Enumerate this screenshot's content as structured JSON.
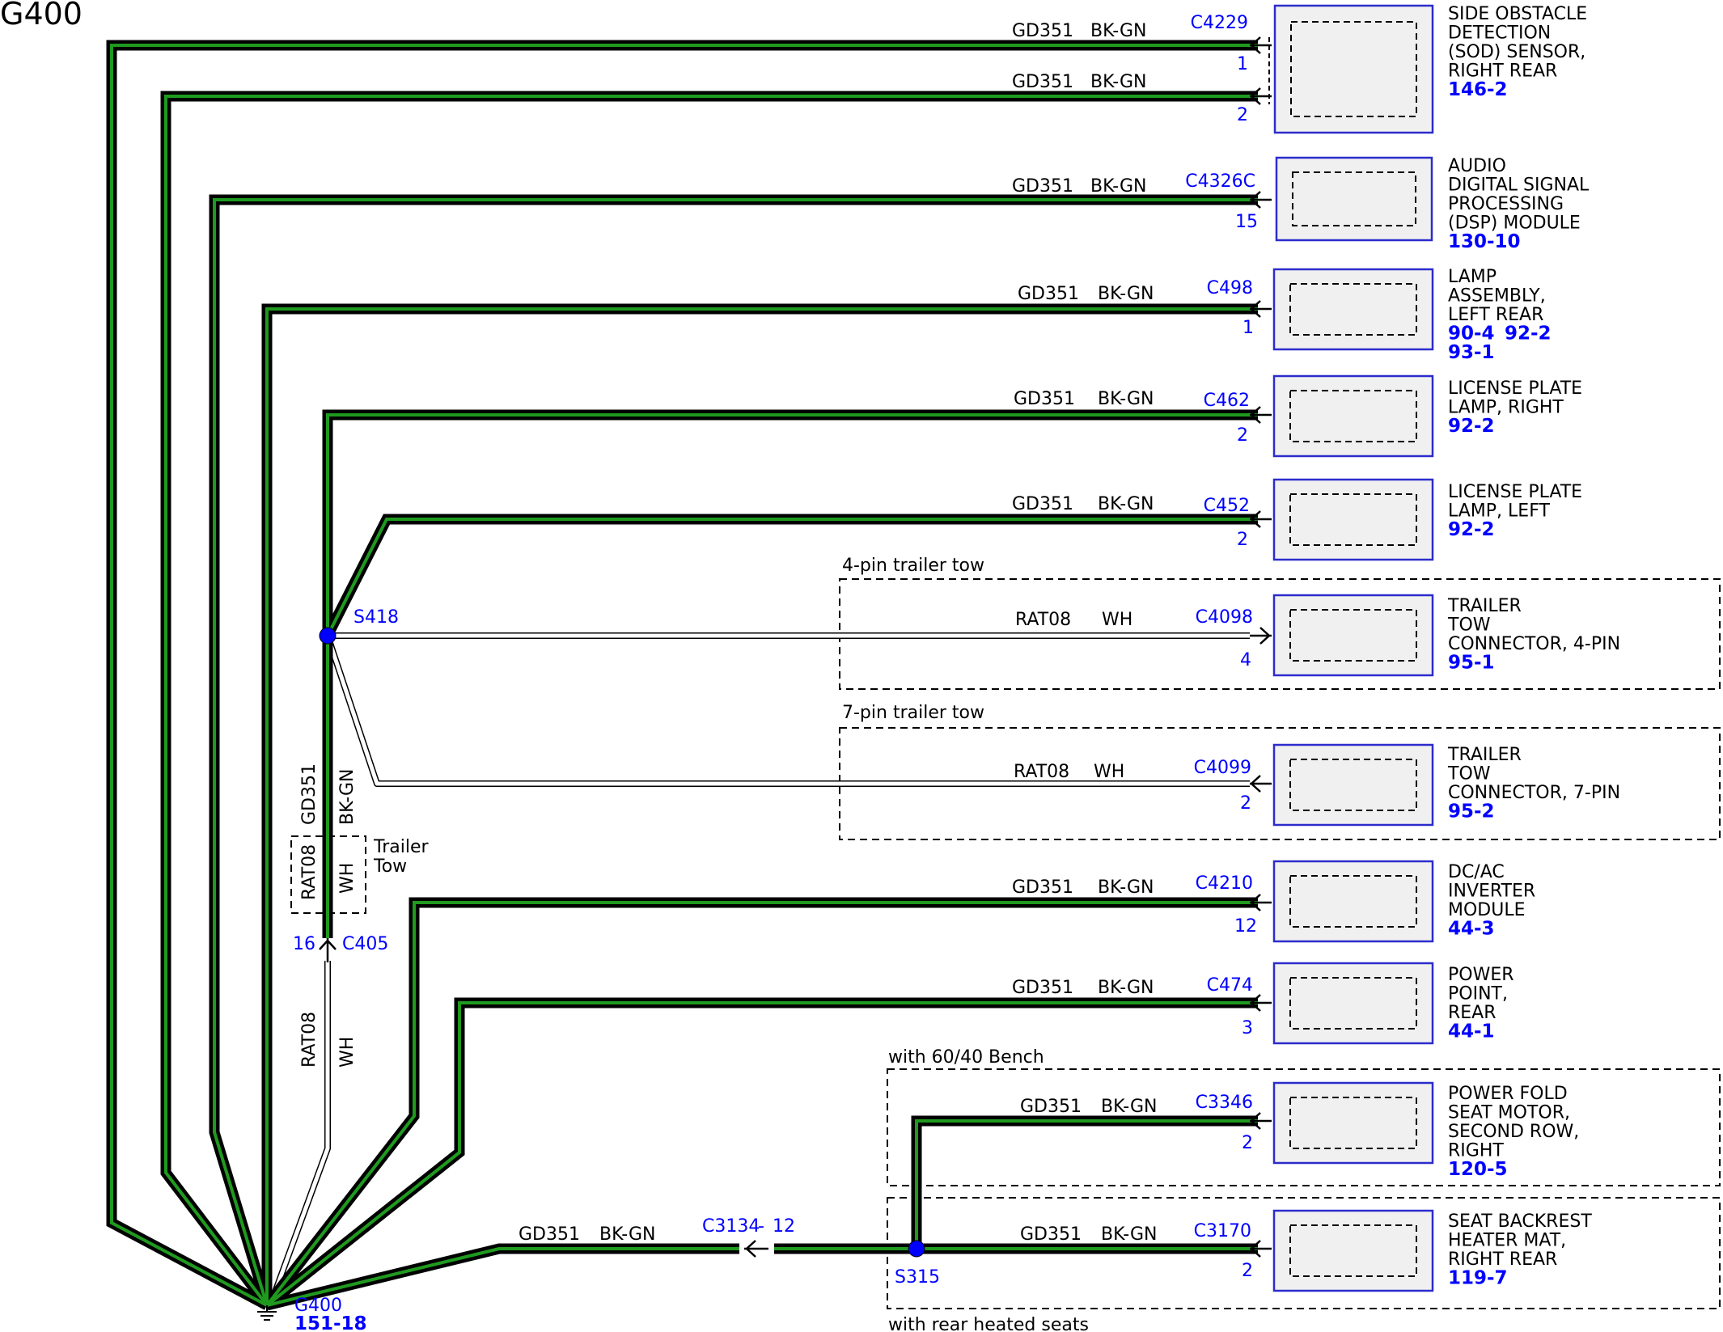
{
  "page_title": "G400",
  "ground": {
    "name": "G400",
    "ref": "151-18"
  },
  "wire_gd": {
    "circuit": "GD351",
    "color": "BK-GN"
  },
  "wire_rat": {
    "circuit": "RAT08",
    "color": "WH"
  },
  "splices": {
    "s418": "S418",
    "s315": "S315"
  },
  "inline": {
    "c405": {
      "name": "C405",
      "pin": "16"
    },
    "c3134": {
      "name": "C3134",
      "pin": "12",
      "sep": "-"
    }
  },
  "trailer_tow_label": [
    "Trailer",
    "Tow"
  ],
  "options": {
    "four_pin": "4-pin trailer tow",
    "seven_pin": "7-pin trailer tow",
    "bench": "with 60/40 Bench",
    "heated": "with rear heated seats"
  },
  "connectors": [
    {
      "id": "c4229",
      "connector": "C4229",
      "pins": [
        "1",
        "2"
      ],
      "desc": [
        "SIDE OBSTACLE",
        "DETECTION",
        "(SOD) SENSOR,",
        "RIGHT REAR"
      ],
      "refs": [
        "146-2"
      ]
    },
    {
      "id": "c4326c",
      "connector": "C4326C",
      "pins": [
        "15"
      ],
      "desc": [
        "AUDIO",
        "DIGITAL SIGNAL",
        "PROCESSING",
        "(DSP) MODULE"
      ],
      "refs": [
        "130-10"
      ]
    },
    {
      "id": "c498",
      "connector": "C498",
      "pins": [
        "1"
      ],
      "desc": [
        "LAMP",
        "ASSEMBLY,",
        "LEFT REAR"
      ],
      "refs": [
        "90-4",
        "92-2",
        "93-1"
      ]
    },
    {
      "id": "c462",
      "connector": "C462",
      "pins": [
        "2"
      ],
      "desc": [
        "LICENSE PLATE",
        "LAMP, RIGHT"
      ],
      "refs": [
        "92-2"
      ]
    },
    {
      "id": "c452",
      "connector": "C452",
      "pins": [
        "2"
      ],
      "desc": [
        "LICENSE PLATE",
        "LAMP, LEFT"
      ],
      "refs": [
        "92-2"
      ]
    },
    {
      "id": "c4098",
      "connector": "C4098",
      "pins": [
        "4"
      ],
      "desc": [
        "TRAILER",
        "TOW",
        "CONNECTOR, 4-PIN"
      ],
      "refs": [
        "95-1"
      ]
    },
    {
      "id": "c4099",
      "connector": "C4099",
      "pins": [
        "2"
      ],
      "desc": [
        "TRAILER",
        "TOW",
        "CONNECTOR, 7-PIN"
      ],
      "refs": [
        "95-2"
      ]
    },
    {
      "id": "c4210",
      "connector": "C4210",
      "pins": [
        "12"
      ],
      "desc": [
        "DC/AC",
        "INVERTER",
        "MODULE"
      ],
      "refs": [
        "44-3"
      ]
    },
    {
      "id": "c474",
      "connector": "C474",
      "pins": [
        "3"
      ],
      "desc": [
        "POWER",
        "POINT,",
        "REAR"
      ],
      "refs": [
        "44-1"
      ]
    },
    {
      "id": "c3346",
      "connector": "C3346",
      "pins": [
        "2"
      ],
      "desc": [
        "POWER FOLD",
        "SEAT MOTOR,",
        "SECOND ROW,",
        "RIGHT"
      ],
      "refs": [
        "120-5"
      ]
    },
    {
      "id": "c3170",
      "connector": "C3170",
      "pins": [
        "2"
      ],
      "desc": [
        "SEAT BACKREST",
        "HEATER MAT,",
        "RIGHT REAR"
      ],
      "refs": [
        "119-7"
      ]
    }
  ],
  "colors": {
    "wire_outer": "#000000",
    "wire_inner": "#1f9a1f",
    "label_blue": "#0000ff",
    "splice": "#0000ff",
    "box_fill": "#f0f0f0",
    "box_border": "#2c2ccc"
  }
}
